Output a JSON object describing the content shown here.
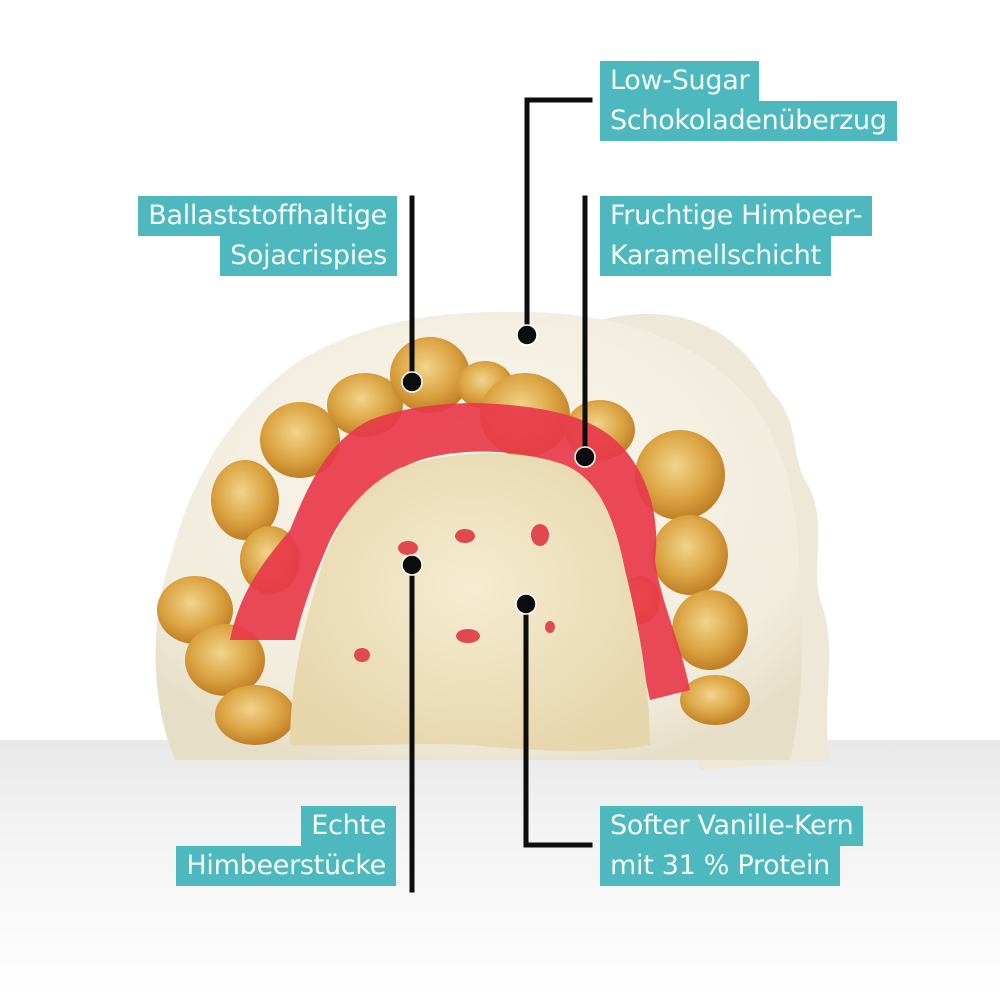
{
  "colors": {
    "label_bg": "#4db8bd",
    "label_text": "#f4fbfb",
    "connector": "#0d0d0d",
    "coating": "#f4f0e2",
    "crispies": "#d9a441",
    "raspberry_layer": "#e8394a",
    "vanilla_core": "#efe4c4"
  },
  "labels": {
    "low_sugar": {
      "line1": "Low-Sugar",
      "line2": "Schokoladenüberzug"
    },
    "fruchtige": {
      "line1": "Fruchtige Himbeer-",
      "line2": "Karamellschicht"
    },
    "ballaststoff": {
      "line1": "Ballaststoffhaltige",
      "line2": "Sojacrispies"
    },
    "echte": {
      "line1": "Echte",
      "line2": "Himbeerstücke"
    },
    "softer": {
      "line1": "Softer Vanille-Kern",
      "line2": "mit 31 % Protein"
    }
  }
}
